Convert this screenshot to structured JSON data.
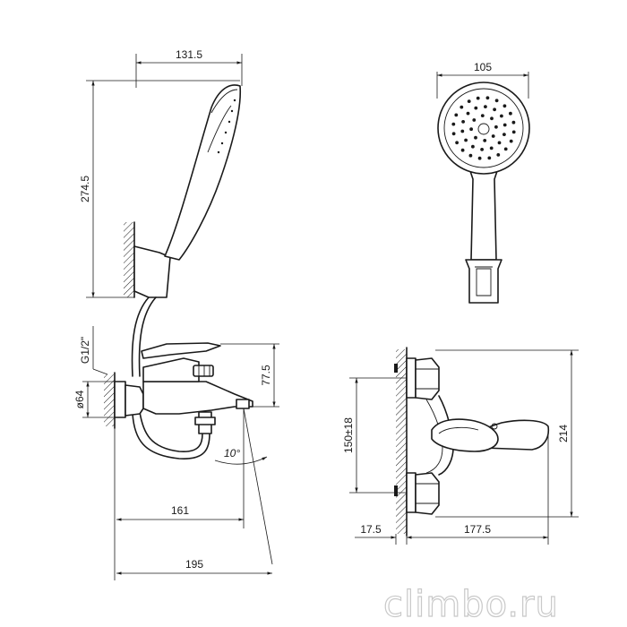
{
  "dimensions": {
    "side_width": "131.5",
    "side_height": "274.5",
    "head_diameter": "105",
    "thread": "G1/2\"",
    "flange_diameter": "ø64",
    "spout_height": "77.5",
    "angle": "10°",
    "spout_length": "161",
    "total_length": "195",
    "centers": "150±18",
    "mixer_height": "214",
    "wall_offset": "17.5",
    "lever_length": "177.5"
  },
  "watermark": "climbo.ru"
}
